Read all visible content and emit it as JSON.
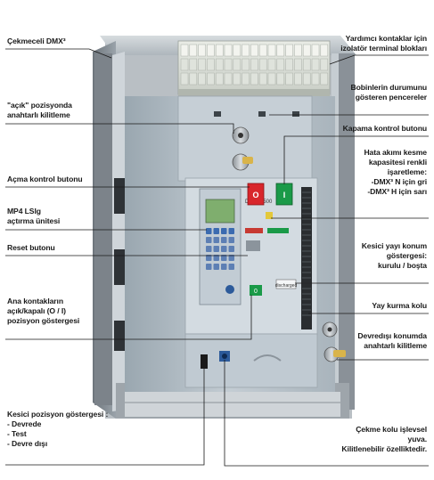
{
  "left_labels": [
    {
      "id": "cekmeceli",
      "lines": [
        "Çekmeceli DMX³"
      ]
    },
    {
      "id": "acik-pozisyon",
      "lines": [
        "\"açık\" pozisyonda",
        "anahtarlı kilitleme"
      ]
    },
    {
      "id": "acma-kontrol",
      "lines": [
        "Açma kontrol butonu"
      ]
    },
    {
      "id": "mp4",
      "lines": [
        "MP4 LSIg",
        "açtırma ünitesi"
      ]
    },
    {
      "id": "reset",
      "lines": [
        "Reset butonu"
      ]
    },
    {
      "id": "ana-kontak",
      "lines": [
        "Ana kontakların",
        "açık/kapalı (O / I)",
        "pozisyon göstergesi"
      ]
    },
    {
      "id": "kesici-pozisyon",
      "lines": [
        "Kesici  pozisyon göstergesi :",
        "- Devrede",
        "- Test",
        "- Devre dışı"
      ]
    }
  ],
  "right_labels": [
    {
      "id": "yardimci",
      "lines": [
        "Yardımcı kontaklar için",
        "izolatör terminal blokları"
      ]
    },
    {
      "id": "bobin",
      "lines": [
        "Bobinlerin durumunu",
        "gösteren pencereler"
      ]
    },
    {
      "id": "kapama",
      "lines": [
        "Kapama kontrol butonu"
      ]
    },
    {
      "id": "hata",
      "lines": [
        "Hata akımı kesme",
        "kapasitesi renkli",
        "işaretleme:",
        "-DMX³ N için gri",
        "-DMX³ H için sarı"
      ]
    },
    {
      "id": "yay-konum",
      "lines": [
        "Kesici yayı konum",
        "göstergesi:",
        "kurulu / boşta"
      ]
    },
    {
      "id": "yay-kurma",
      "lines": [
        "Yay kurma kolu"
      ]
    },
    {
      "id": "devre-disi-kilit",
      "lines": [
        "Devredışı konumda",
        "anahtarlı kilitleme"
      ]
    },
    {
      "id": "cekme-kolu",
      "lines": [
        "Çekme kolu işlevsel",
        "yuva.",
        "Kilitlenebilir özelliktedir."
      ]
    }
  ],
  "device": {
    "brand_label": "DMX³ 2500",
    "red_button": "O",
    "green_button": "I",
    "spring_state": "discharged",
    "indicator": "0"
  },
  "colors": {
    "body": "#b4c0c8",
    "panel": "#c9d2d8",
    "frame": "#8a8f94",
    "red": "#d8262b",
    "green": "#1a9a48",
    "lcd": "#7fae6e",
    "keypad": "#2c5a9a",
    "line": "#1a1a1a"
  }
}
